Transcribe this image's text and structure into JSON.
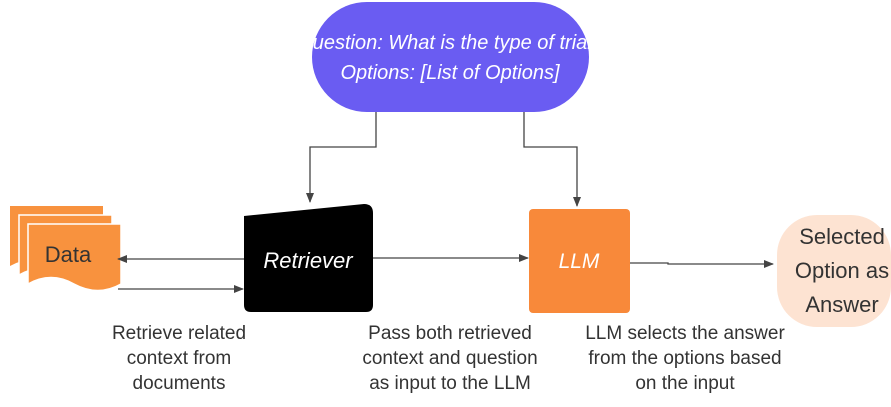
{
  "question": {
    "line1": "Question: What is the type of trial?",
    "line2": "Options: [List of Options]"
  },
  "nodes": {
    "data": "Data",
    "retriever": "Retriever",
    "llm": "LLM",
    "answer_line1": "Selected",
    "answer_line2": "Option as",
    "answer_line3": "Answer"
  },
  "captions": {
    "retrieve": "Retrieve  related\ncontext from\ndocuments",
    "pass": "Pass both retrieved\ncontext and question\nas input to the LLM",
    "select": "LLM selects the answer\nfrom the options based\non the input"
  },
  "colors": {
    "question_fill": "#6a5cf2",
    "data_fill": "#f8923e",
    "retriever_fill": "#000000",
    "llm_fill": "#f8893a",
    "answer_fill": "#fde3d2",
    "line": "#444444"
  }
}
